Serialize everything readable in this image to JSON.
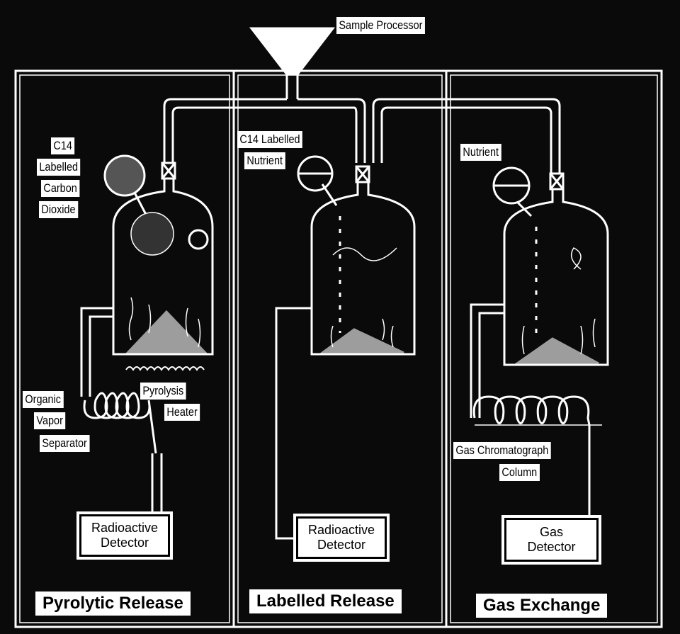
{
  "top": {
    "sample_processor": "Sample Processor"
  },
  "pyrolytic": {
    "gas_label": [
      "C14",
      "Labelled",
      "Carbon",
      "Dioxide"
    ],
    "heater_label": [
      "Pyrolysis",
      "Heater"
    ],
    "separator_label": [
      "Organic",
      "Vapor",
      "Separator"
    ],
    "detector": [
      "Radioactive",
      "Detector"
    ],
    "title": "Pyrolytic Release"
  },
  "labelled": {
    "nutrient_label": [
      "C14 Labelled",
      "Nutrient"
    ],
    "detector": [
      "Radioactive",
      "Detector"
    ],
    "title": "Labelled Release"
  },
  "gas_exchange": {
    "nutrient_label": "Nutrient",
    "column_label": [
      "Gas Chromatograph",
      "Column"
    ],
    "detector": [
      "Gas",
      "Detector"
    ],
    "title": "Gas Exchange"
  },
  "colors": {
    "background": "#0a0a0a",
    "line": "#ffffff"
  }
}
